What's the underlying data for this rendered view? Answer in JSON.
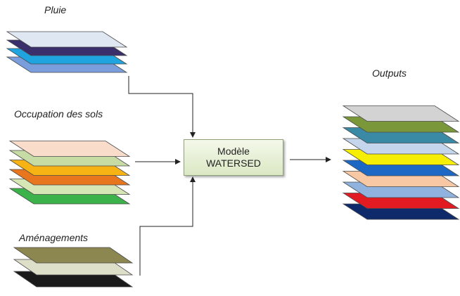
{
  "groups": {
    "pluie": {
      "title": "Pluie",
      "layers": [
        "#7a9edc",
        "#1fa4e0",
        "#3a2f6a",
        "#dfe7f2"
      ]
    },
    "occupation": {
      "title": "Occupation des sols",
      "layers": [
        "#3cb34a",
        "#d6e6b4",
        "#e8761e",
        "#f7b313",
        "#c7dca4",
        "#f9dcc9"
      ]
    },
    "amenagements": {
      "title": "Aménagements",
      "layers": [
        "#1a1a1a",
        "#dedfc9",
        "#8c8651"
      ]
    },
    "outputs": {
      "title": "Outputs",
      "layers": [
        "#0f2a6b",
        "#e21b23",
        "#8fb2de",
        "#f8c8a4",
        "#1c68c4",
        "#f7ee06",
        "#c5d6ec",
        "#3a8aa6",
        "#7a983a",
        "#d3d3d3"
      ]
    }
  },
  "model": {
    "line1": "Modèle",
    "line2": "WATERSED"
  },
  "colors": {
    "arrow": "#222222",
    "layer_stroke": "#4a4a4a"
  }
}
